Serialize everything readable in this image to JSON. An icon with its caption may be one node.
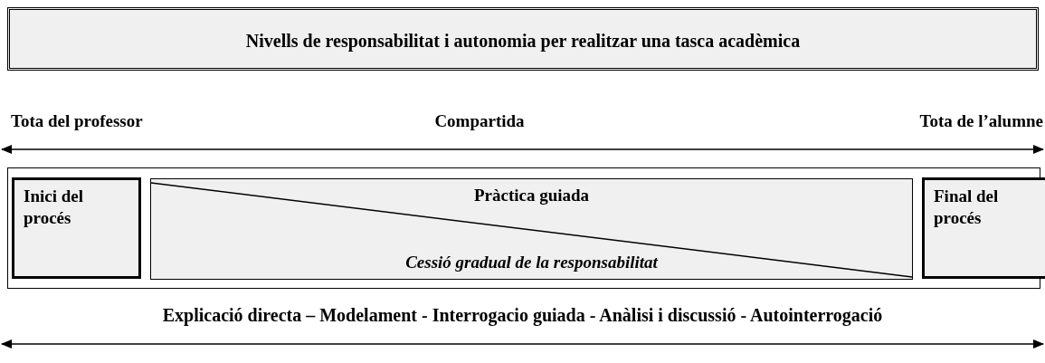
{
  "diagram": {
    "nodes": [
      {
        "text": [
          "Nivells de responsabilitat i autonomia per realitzar una tasca acadèmica"
        ]
      },
      {
        "text": [],
        "shape": "box"
      },
      {
        "text": [
          "Inici del procés"
        ],
        "in": 1
      },
      {
        "text": [
          "Pràctica guiada",
          "Cessió gradual de la responsabilitat"
        ],
        "in": 1
      },
      {
        "text": [
          "Final del procés"
        ],
        "in": 1
      }
    ],
    "edges": [],
    "labels": [
      "Tota del professor",
      "Compartida",
      "Tota de l’alumne",
      "Explicació directa – Modelament - Interrogacio guiada - Anàlisi i discussió - Autointerrogació"
    ]
  }
}
